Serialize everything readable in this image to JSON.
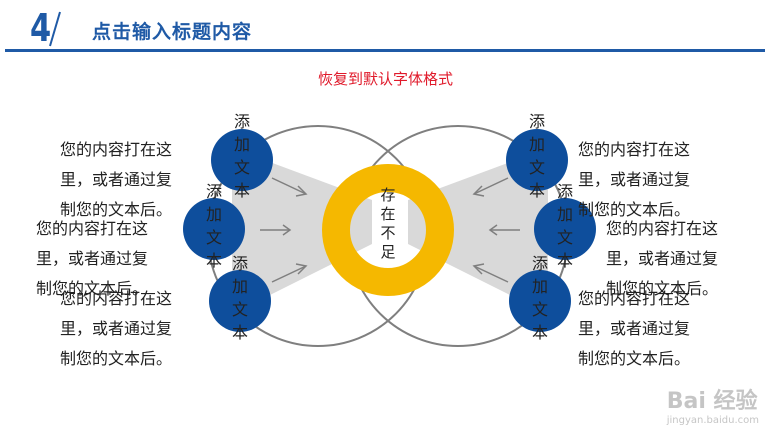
{
  "header": {
    "number": "4",
    "title": "点击输入标题内容"
  },
  "subtitle": "恢复到默认字体格式",
  "center": {
    "label": "存在不足"
  },
  "nodes": [
    {
      "label": "添加文本"
    },
    {
      "label": "添加文本"
    },
    {
      "label": "添加文本"
    },
    {
      "label": "添加文本"
    },
    {
      "label": "添加文本"
    },
    {
      "label": "添加文本"
    }
  ],
  "paragraphs": [
    "您的内容打在这里，或者通过复制您的文本后。",
    "您的内容打在这里，或者通过复制您的文本后。",
    "您的内容打在这里，或者通过复制您的文本后。",
    "您的内容打在这里，或者通过复制您的文本后。",
    "您的内容打在这里，或者通过复制您的文本后。",
    "您的内容打在这里，或者通过复制您的文本后。"
  ],
  "watermark": {
    "brand": "Bai 经验",
    "url": "jingyan.baidu.com"
  },
  "colors": {
    "primary": "#1f5aa6",
    "node": "#0e4e9c",
    "ring": "#f5b800",
    "accent": "#e0192a",
    "fan": "#d9d9d9"
  }
}
